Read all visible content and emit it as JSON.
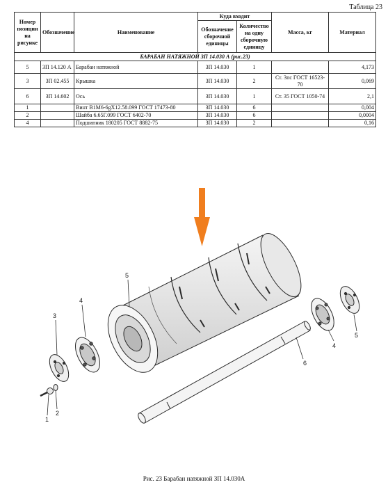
{
  "table_number": "Таблица 23",
  "headers": {
    "pos": "Номер позиции на рисунке",
    "designation": "Обозначение",
    "name": "Наименование",
    "where_group": "Куда входит",
    "assembly": "Обозначение сборочной единицы",
    "qty": "Количество на одну сборочную единицу",
    "mass": "Масса, кг",
    "material": "Материал"
  },
  "section_title": "БАРАБАН НАТЯЖНОЙ  ЗП 14.030 А (рис.23)",
  "rows": [
    {
      "pos": "5",
      "designation": "ЗП 14.120 А",
      "name": "Барабан натяжной",
      "assembly": "ЗП 14.030",
      "qty": "1",
      "mass": "",
      "material": "4,173"
    },
    {
      "pos": "3",
      "designation": "ЗП 02.455",
      "name": "Крышка",
      "assembly": "ЗП 14.030",
      "qty": "2",
      "mass": "Ст. 3пс ГОСТ 16523-70",
      "material": "0,069"
    },
    {
      "pos": "6",
      "designation": "ЗП 14.602",
      "name": "Ось",
      "assembly": "ЗП 14.030",
      "qty": "1",
      "mass": "Ст. 35 ГОСТ 1050-74",
      "material": "2,1"
    },
    {
      "pos": "1",
      "designation": "",
      "name": "Винт В1М6-6gX12.58.099 ГОСТ 17473-80",
      "assembly": "ЗП 14.030",
      "qty": "6",
      "mass": "",
      "material": "0,004"
    },
    {
      "pos": "2",
      "designation": "",
      "name": "Шайба 6.65Г.099 ГОСТ 6402-70",
      "assembly": "ЗП 14.030",
      "qty": "6",
      "mass": "",
      "material": "0,0004"
    },
    {
      "pos": "4",
      "designation": "",
      "name": "Подшипник 180205 ГОСТ 8882-75",
      "assembly": "ЗП 14.030",
      "qty": "2",
      "mass": "",
      "material": "0,16"
    }
  ],
  "callouts": {
    "c1": "1",
    "c2": "2",
    "c3": "3",
    "c4a": "4",
    "c4b": "4",
    "c5a": "5",
    "c5b": "5",
    "c6": "6"
  },
  "caption": "Рис. 23 Барабан натяжной ЗП 14.030А",
  "colors": {
    "arrow": "#f07e1e",
    "line": "#2a2a2a"
  }
}
